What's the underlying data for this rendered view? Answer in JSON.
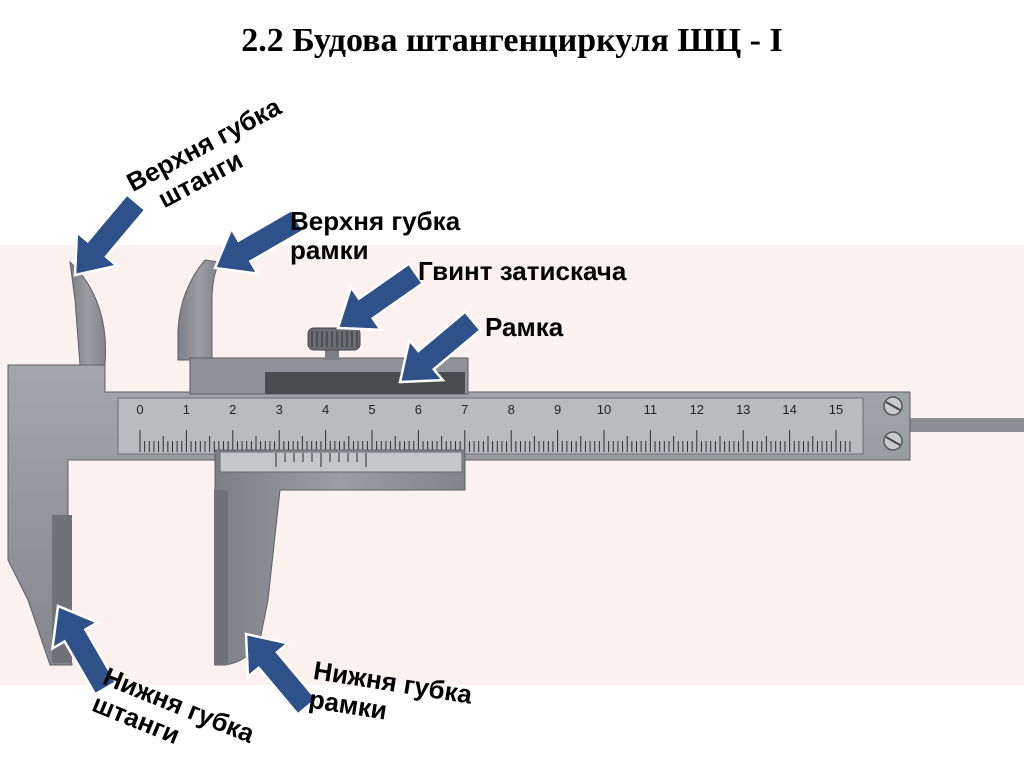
{
  "title": "2.2 Будова штангенциркуля ШЦ - І",
  "labels": {
    "upper_jaw_bar": [
      "Верхня губка",
      "штанги"
    ],
    "upper_jaw_frame": [
      "Верхня губка",
      "рамки"
    ],
    "clamp_screw": "Гвинт затискача",
    "frame": "Рамка",
    "lower_jaw_bar": [
      "Нижня губка",
      "штанги"
    ],
    "lower_jaw_frame": [
      "Нижня губка",
      "рамки"
    ]
  },
  "scale": {
    "numbers": [
      "0",
      "1",
      "2",
      "3",
      "4",
      "5",
      "6",
      "7",
      "8",
      "9",
      "10",
      "11",
      "12",
      "13",
      "14",
      "15"
    ]
  },
  "colors": {
    "arrow_fill": "#2e5189",
    "arrow_stroke": "#ffffff",
    "steel": "#8e9296",
    "background": "#fbf1ef"
  }
}
